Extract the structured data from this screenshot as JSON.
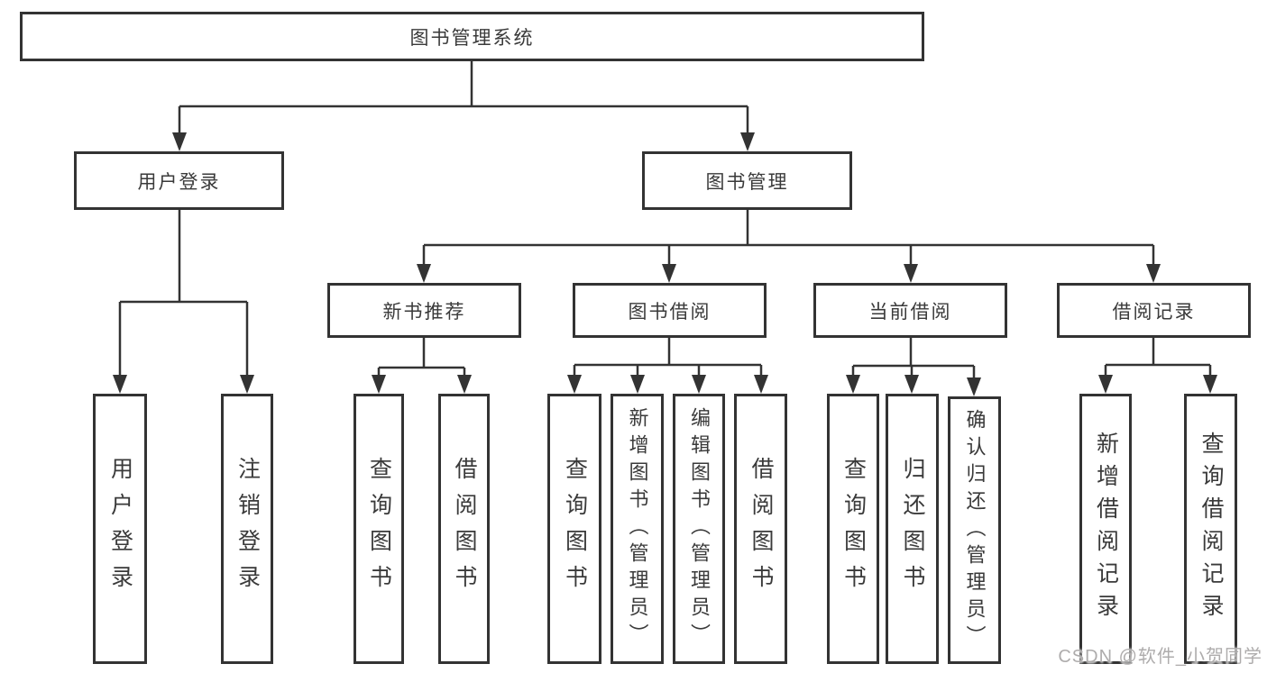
{
  "tree": {
    "label": "图书管理系统",
    "children": [
      {
        "label": "用户登录",
        "leaves": [
          "用户登录",
          "注销登录"
        ]
      },
      {
        "label": "图书管理",
        "children": [
          {
            "label": "新书推荐",
            "leaves": [
              "查询图书",
              "借阅图书"
            ]
          },
          {
            "label": "图书借阅",
            "leaves": [
              "查询图书",
              "新增图书（管理员）",
              "编辑图书（管理员）",
              "借阅图书"
            ]
          },
          {
            "label": "当前借阅",
            "leaves": [
              "查询图书",
              "归还图书",
              "确认归还（管理员）"
            ]
          },
          {
            "label": "借阅记录",
            "leaves": [
              "新增借阅记录",
              "查询借阅记录"
            ]
          }
        ]
      }
    ]
  },
  "watermark": "CSDN @软件_小贺同学",
  "colors": {
    "line": "#333333",
    "border": "#333333",
    "text": "#3a3a3a",
    "watermark": "#aeacac",
    "background": "#ffffff"
  }
}
